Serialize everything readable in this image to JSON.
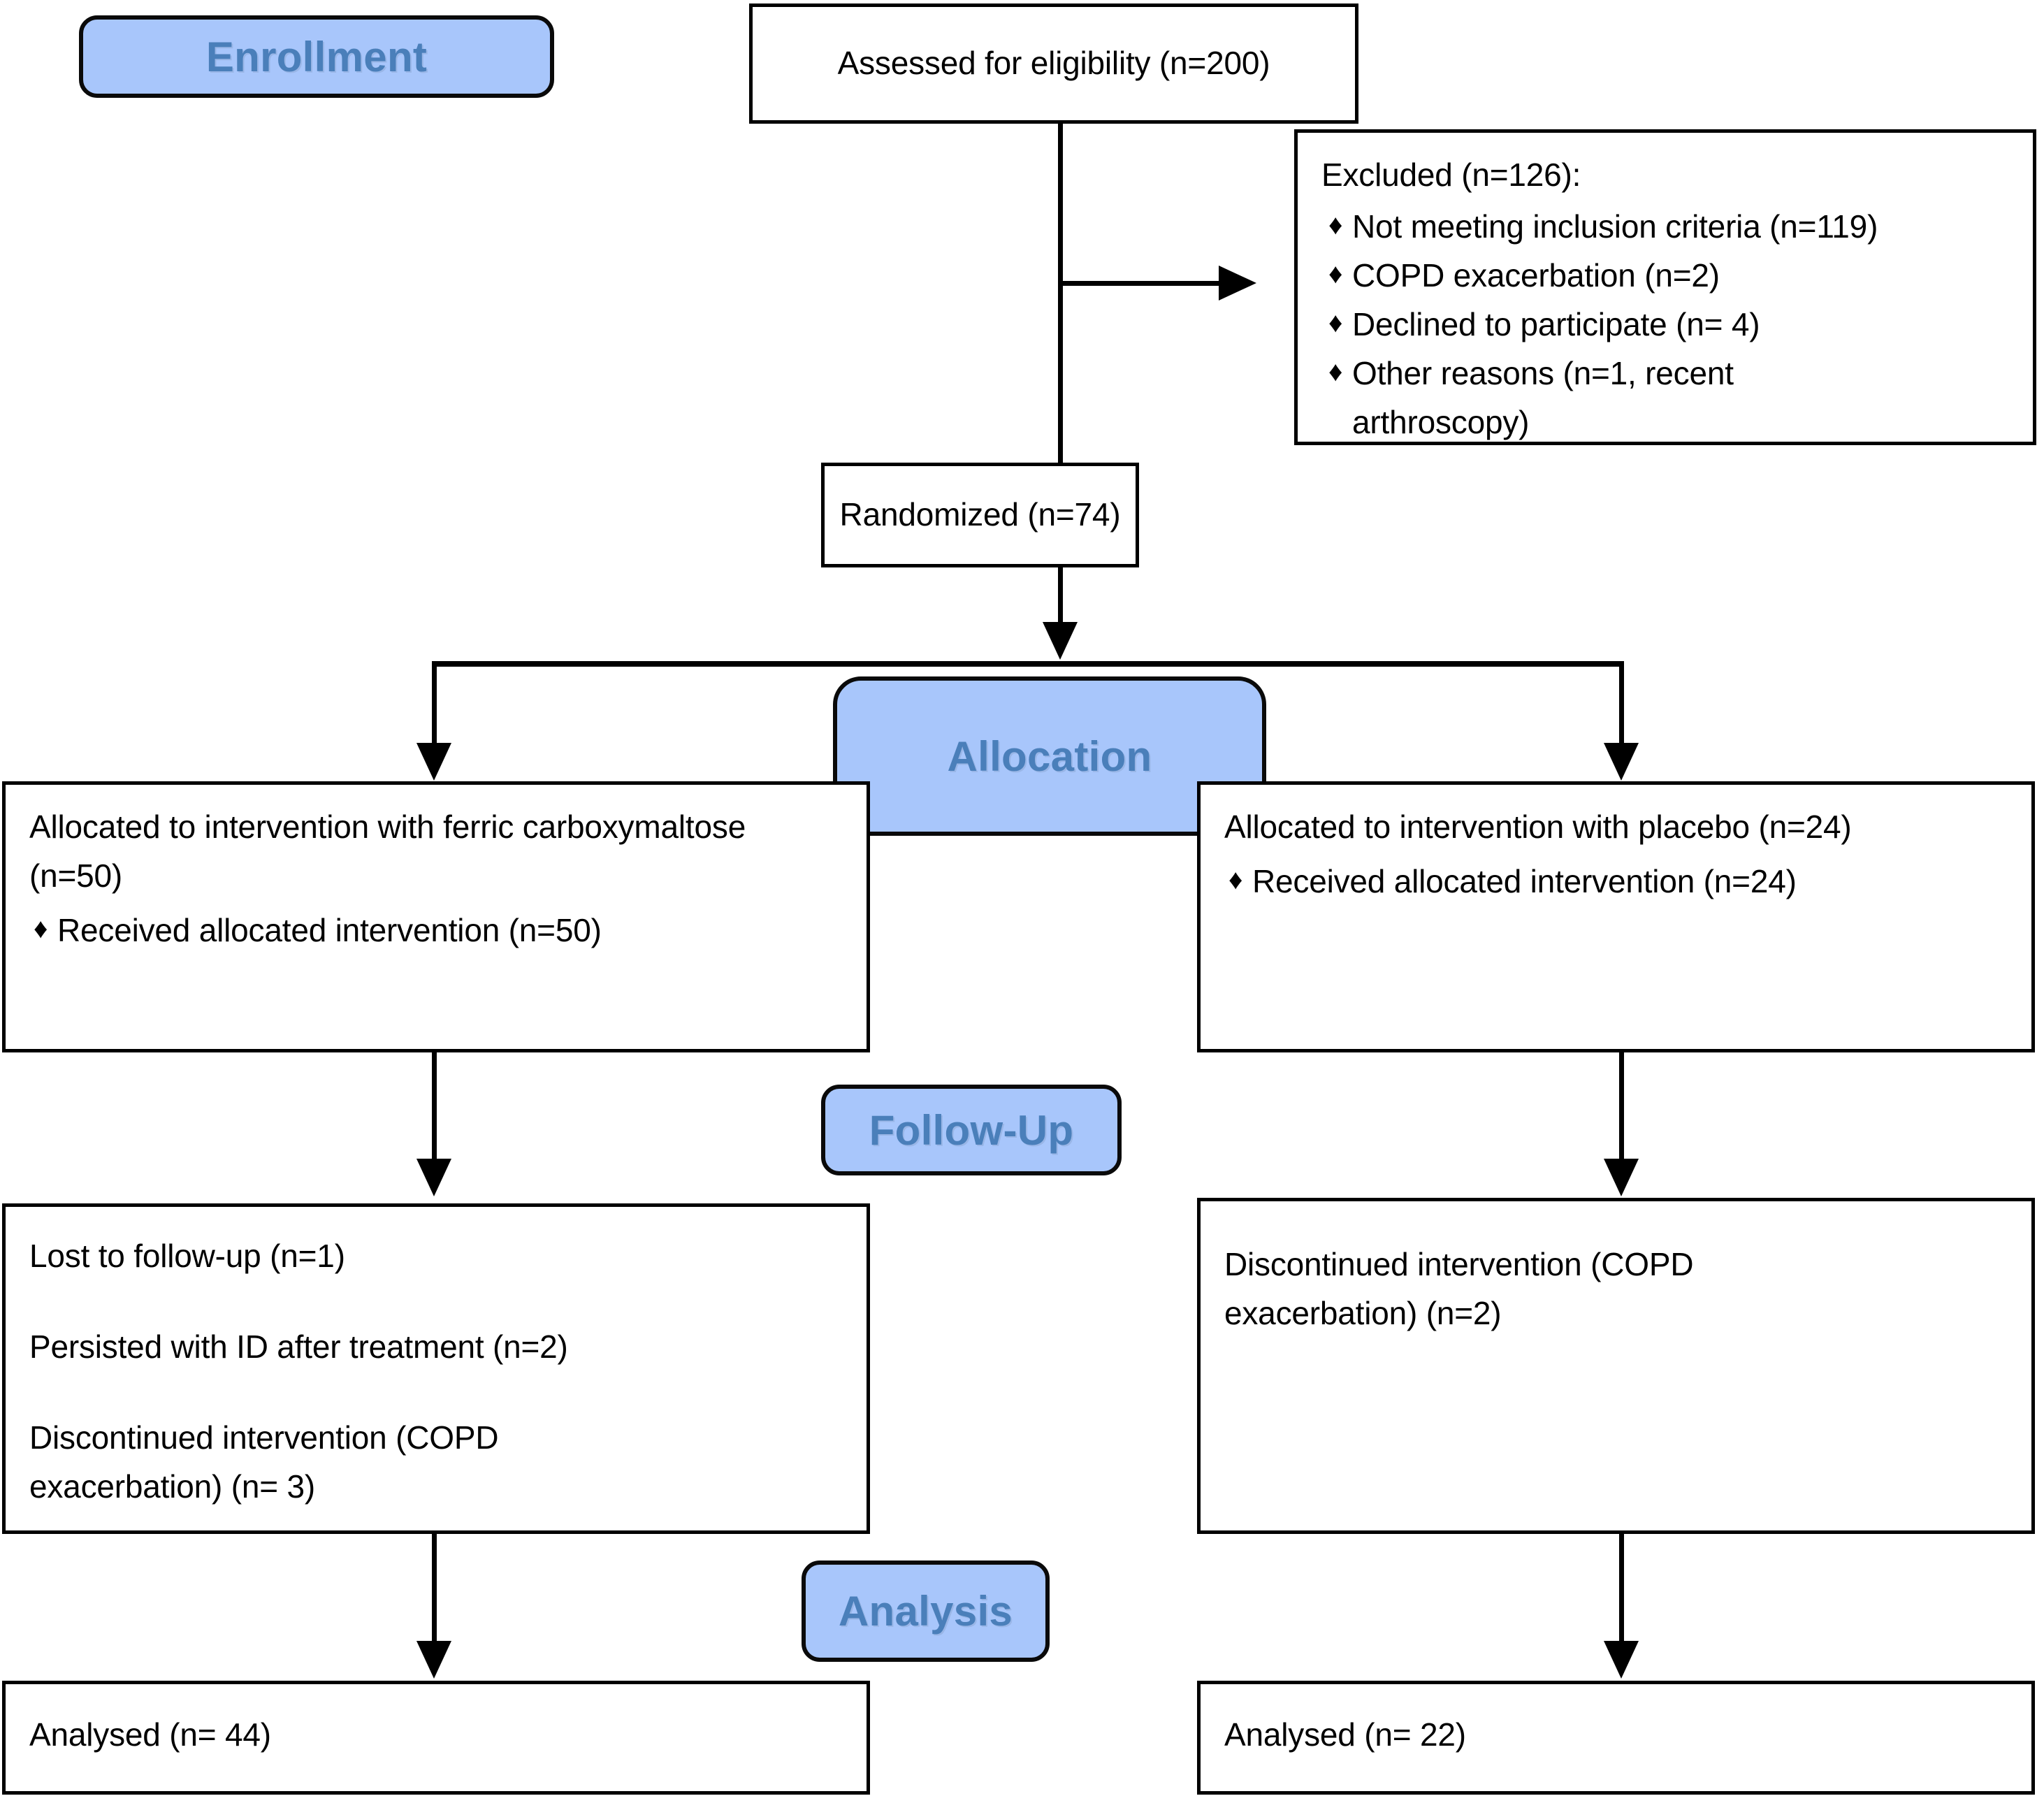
{
  "diagram": {
    "title": "CONSORT participant flow diagram",
    "accent_blue_fill": "#a8c6fb",
    "accent_blue_text": "#4a7fba",
    "line_color": "#000000",
    "box_background": "#ffffff"
  },
  "stages": {
    "enrollment": "Enrollment",
    "allocation": "Allocation",
    "followup": "Follow-Up",
    "analysis": "Analysis"
  },
  "enrollment": {
    "assessed": "Assessed for eligibility (n=200)",
    "excluded_heading": "Excluded (n=126):",
    "excluded_reasons": [
      "Not meeting inclusion criteria (n=119)",
      "COPD exacerbation (n=2)",
      "Declined to participate (n= 4)",
      "Other reasons (n=1, recent arthroscopy)"
    ],
    "randomized": "Randomized (n=74)"
  },
  "allocation": {
    "left": {
      "heading": "Allocated to intervention with ferric carboxymaltose (n=50)",
      "bullets": [
        "Received allocated intervention (n=50)"
      ]
    },
    "right": {
      "heading": "Allocated to intervention with placebo (n=24)",
      "bullets": [
        "Received allocated intervention (n=24)"
      ]
    }
  },
  "followup": {
    "left": {
      "lines": [
        "Lost to follow-up (n=1)",
        "Persisted with ID after treatment (n=2)",
        "Discontinued intervention (COPD exacerbation) (n= 3)"
      ]
    },
    "right": {
      "lines": [
        "Discontinued intervention (COPD exacerbation) (n=2)"
      ]
    }
  },
  "analysis": {
    "left": "Analysed (n= 44)",
    "right": "Analysed (n= 22)"
  },
  "icons": {
    "bullet": "♦"
  }
}
